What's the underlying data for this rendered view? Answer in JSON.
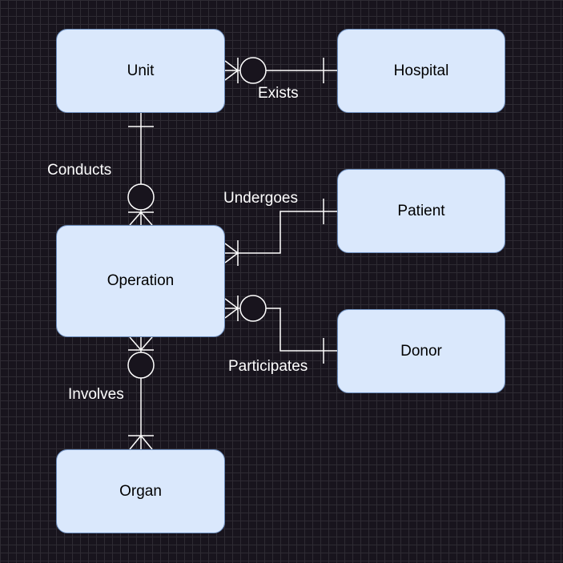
{
  "colors": {
    "background": "#18141d",
    "grid": "#2e2b33",
    "entity_fill": "#dae8fc",
    "entity_border": "#6c8ebf",
    "connector": "#ffffff",
    "label_text": "#ffffff"
  },
  "entities": {
    "unit": "Unit",
    "hospital": "Hospital",
    "patient": "Patient",
    "operation": "Operation",
    "donor": "Donor",
    "organ": "Organ"
  },
  "relationships": {
    "exists": "Exists",
    "conducts": "Conducts",
    "undergoes": "Undergoes",
    "participates": "Participates",
    "involves": "Involves"
  }
}
